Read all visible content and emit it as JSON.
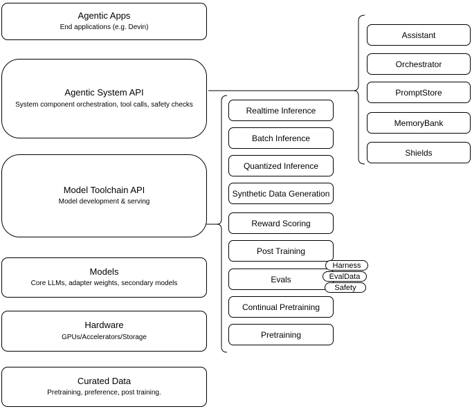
{
  "diagram": {
    "stack": [
      {
        "title": "Agentic Apps",
        "subtitle": "End applications (e.g. Devin)"
      },
      {
        "title": "Agentic System API",
        "subtitle": "System component orchestration, tool calls, safety checks"
      },
      {
        "title": "Model Toolchain API",
        "subtitle": "Model development & serving"
      },
      {
        "title": "Models",
        "subtitle": "Core LLMs, adapter weights, secondary models"
      },
      {
        "title": "Hardware",
        "subtitle": "GPUs/Accelerators/Storage"
      },
      {
        "title": "Curated Data",
        "subtitle": "Pretraining, preference, post training."
      }
    ],
    "toolchain_services": [
      "Realtime Inference",
      "Batch Inference",
      "Quantized Inference",
      "Synthetic Data Generation",
      "Reward Scoring",
      "Post Training",
      "Evals",
      "Continual Pretraining",
      "Pretraining"
    ],
    "eval_tags": [
      "Harness",
      "EvalData",
      "Safety"
    ],
    "system_components": [
      "Assistant",
      "Orchestrator",
      "PromptStore",
      "MemoryBank",
      "Shields"
    ],
    "colors": {
      "stroke": "#000000",
      "fill": "#ffffff",
      "text": "#000000"
    }
  }
}
